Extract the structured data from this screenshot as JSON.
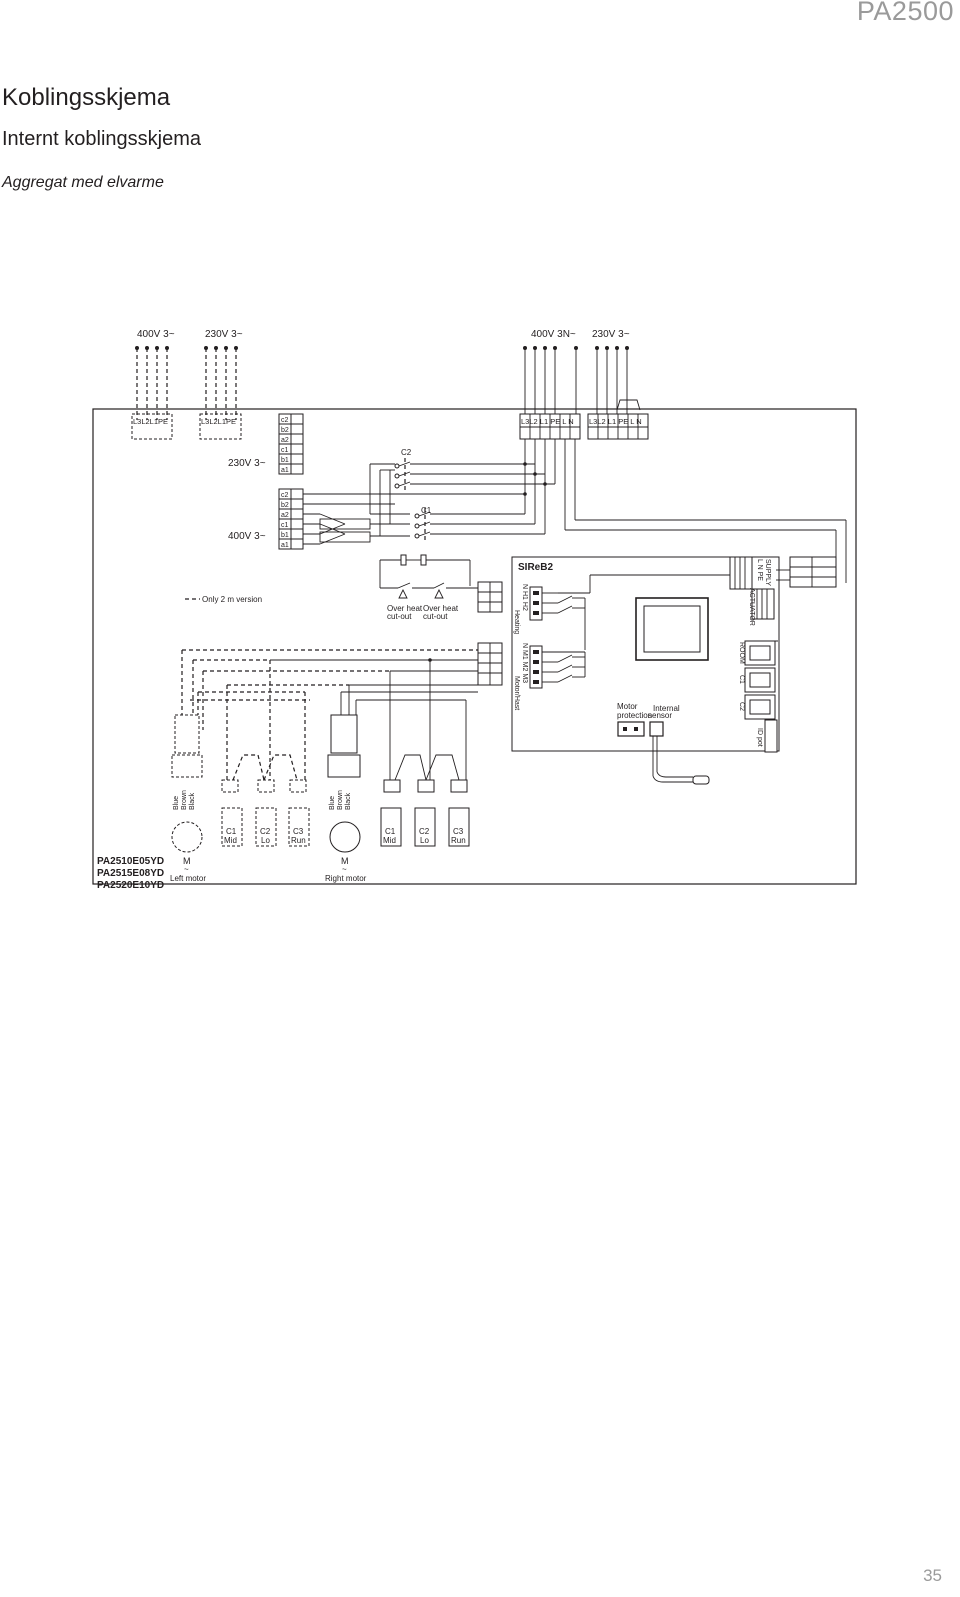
{
  "header": {
    "brand": "PA2500",
    "title": "Koblingsskjema",
    "subtitle": "Internt koblingsskjema",
    "section": "Aggregat med elvarme",
    "page_number": "35"
  },
  "diagram": {
    "supply_labels": [
      "400V 3~",
      "230V 3~",
      "400V 3N~",
      "230V 3~"
    ],
    "terminal_block_left_a": "L3L2L1PE",
    "terminal_block_left_b": "L3L2L1PE",
    "terminal_block_right_a": "L3L2 L1 PE L N",
    "terminal_block_right_b": "L3L2 L1 PE L N",
    "heater_voltage_230": "230V 3~",
    "heater_voltage_400": "400V 3~",
    "heater_terminals": [
      "c2",
      "b2",
      "a2",
      "c1",
      "b1",
      "a1"
    ],
    "contactor_c2": "C2",
    "contactor_c1": "C1",
    "legend_only_2m": "Only 2 m version",
    "overheat_1": [
      "Over heat",
      "cut-out"
    ],
    "overheat_2": [
      "Over heat",
      "cut-out"
    ],
    "controller_name": "SIReB2",
    "heating_label": [
      "Heating",
      "N H1 H2"
    ],
    "motor_relay_label": [
      "Motor/Hast",
      "N M1 M2 M3"
    ],
    "supply_conn": [
      "SUPPLY",
      "L  N  PE"
    ],
    "actuator_label": "ACTUATOR",
    "room_label": "ROOM",
    "c1_label": "C1",
    "c2_label": "C2",
    "id_pot_label": "ID pot",
    "motor_protection": [
      "Motor",
      "protection"
    ],
    "internal_sensor": [
      "Internal",
      "sensor"
    ],
    "wire_colors_left": [
      "Blue",
      "Brown",
      "Black"
    ],
    "wire_colors_right": [
      "Blue",
      "Brown",
      "Black"
    ],
    "capacitors_left": [
      [
        "C1",
        "Mid"
      ],
      [
        "C2",
        "Lo"
      ],
      [
        "C3",
        "Run"
      ]
    ],
    "capacitors_right": [
      [
        "C1",
        "Mid"
      ],
      [
        "C2",
        "Lo"
      ],
      [
        "C3",
        "Run"
      ]
    ],
    "motor_symbol": "M",
    "motor_ac": "~",
    "left_motor": "Left motor",
    "right_motor": "Right motor",
    "models": [
      "PA2510E05YD",
      "PA2515E08YD",
      "PA2520E10YD"
    ]
  }
}
